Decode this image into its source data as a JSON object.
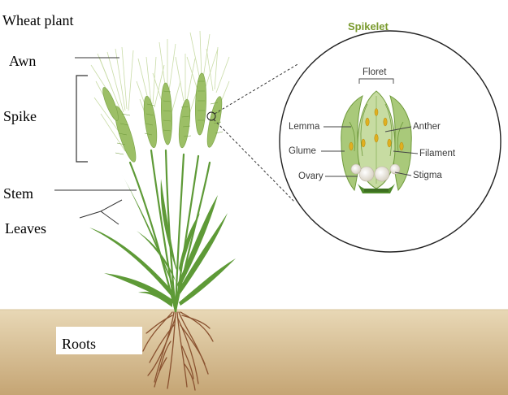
{
  "diagram": {
    "title": "Wheat plant",
    "labels": {
      "awn": "Awn",
      "spike": "Spike",
      "stem": "Stem",
      "leaves": "Leaves",
      "roots": "Roots"
    },
    "inset": {
      "title": "Spikelet",
      "labels": {
        "floret": "Floret",
        "lemma": "Lemma",
        "glume": "Glume",
        "ovary": "Ovary",
        "anther": "Anther",
        "filament": "Filament",
        "stigma": "Stigma"
      }
    },
    "colors": {
      "leaf": "#5e9a37",
      "spike": "#9cbf66",
      "awn": "#c9dca7",
      "soil_top": "#e6d5b2",
      "soil_bottom": "#c8ab7d",
      "root": "#8a5230",
      "inset_title": "#7a9a2e",
      "anther": "#e0b020"
    }
  }
}
